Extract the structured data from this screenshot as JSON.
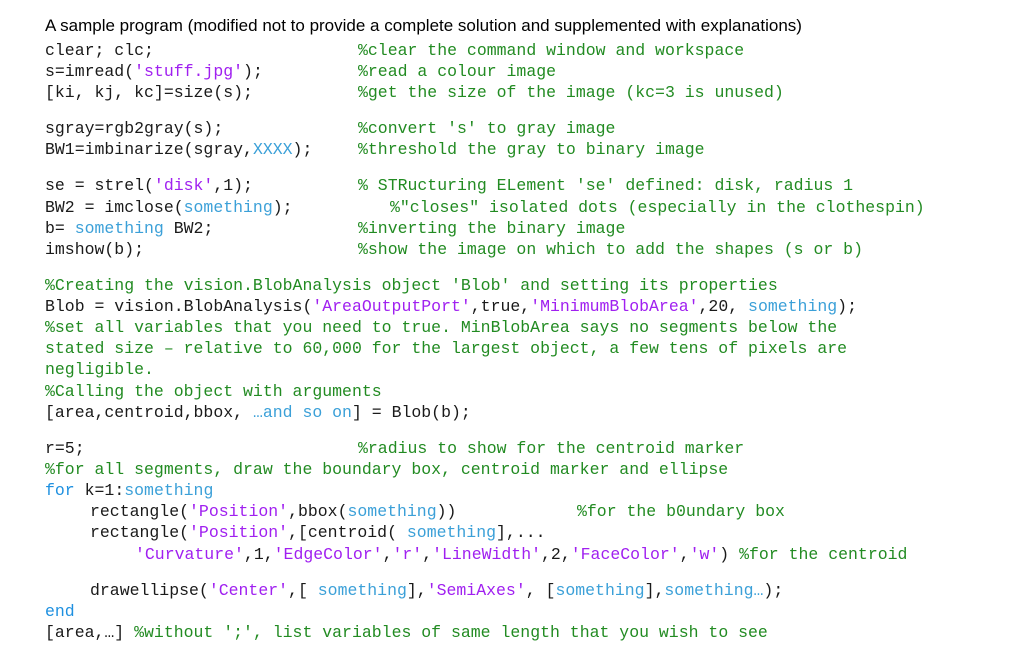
{
  "title": "A sample program (modified not to provide a complete solution and supplemented with explanations)",
  "code": {
    "l1_code": "clear; clc;",
    "l1_comment": "%clear the command window and workspace",
    "l2_a": "s=imread(",
    "l2_str": "'stuff.jpg'",
    "l2_b": ");",
    "l2_comment": "%read a colour image",
    "l3_code": "[ki, kj, kc]=size(s);",
    "l3_comment": "%get the size of the image (kc=3 is unused)",
    "l4_code": "sgray=rgb2gray(s);",
    "l4_comment": "%convert 's' to gray image",
    "l5_a": "BW1=imbinarize(sgray,",
    "l5_ph": "XXXX",
    "l5_b": ");",
    "l5_comment": "%threshold the gray to binary image",
    "l6_a": "se = strel(",
    "l6_str": "'disk'",
    "l6_b": ",1);",
    "l6_comment": "% STRucturing ELement 'se' defined: disk, radius 1",
    "l7_a": "BW2 = imclose(",
    "l7_ph": "something",
    "l7_b": ");",
    "l7_comment": "%\"closes\" isolated dots (especially in the clothespin)",
    "l8_a": "b= ",
    "l8_ph": "something",
    "l8_b": " BW2;",
    "l8_comment": "%inverting the binary image",
    "l9_code": "imshow(b);",
    "l9_comment": "%show the image on which to add the shapes (s or b)",
    "l10_comment": "%Creating the vision.BlobAnalysis object 'Blob' and setting its properties",
    "l11_a": "Blob = vision.BlobAnalysis(",
    "l11_s1": "'AreaOutputPort'",
    "l11_b": ",true,",
    "l11_s2": "'MinimumBlobArea'",
    "l11_c": ",20, ",
    "l11_ph": "something",
    "l11_d": ");",
    "l12_comment": "%set all variables that you need to true. MinBlobArea says no segments below the",
    "l13_comment": "stated size – relative to 60,000 for the largest object, a few tens of pixels are",
    "l14_comment": "negligible.",
    "l15_comment": "%Calling the object with arguments",
    "l16_a": "[area,centroid,bbox, ",
    "l16_ph": "…and so on",
    "l16_b": "] = Blob(b);",
    "l17_code": "r=5;",
    "l17_comment": "%radius to show for the centroid marker",
    "l18_comment": "%for all segments, draw the boundary box, centroid marker and ellipse",
    "l19_kw": "for",
    "l19_a": " k=1:",
    "l19_ph": "something",
    "l20_a": "rectangle(",
    "l20_str": "'Position'",
    "l20_b": ",bbox(",
    "l20_ph": "something",
    "l20_c": "))",
    "l20_comment": "%for the b0undary box",
    "l21_a": "rectangle(",
    "l21_str": "'Position'",
    "l21_b": ",[centroid( ",
    "l21_ph": "something",
    "l21_c": "],...",
    "l22_s1": "'Curvature'",
    "l22_a": ",1,",
    "l22_s2": "'EdgeColor'",
    "l22_b": ",",
    "l22_s3": "'r'",
    "l22_c": ",",
    "l22_s4": "'LineWidth'",
    "l22_d": ",2,",
    "l22_s5": "'FaceColor'",
    "l22_e": ",",
    "l22_s6": "'w'",
    "l22_f": ") ",
    "l22_comment": "%for the centroid",
    "l23_a": "drawellipse(",
    "l23_s1": "'Center'",
    "l23_b": ",[ ",
    "l23_ph1": "something",
    "l23_c": "],",
    "l23_s2": "'SemiAxes'",
    "l23_d": ", [",
    "l23_ph2": "something",
    "l23_e": "],",
    "l23_ph3": "something…",
    "l23_f": ");",
    "l24_kw": "end",
    "l25_a": "[area,…] ",
    "l25_comment": "%without ';', list variables of same length that you wish to see"
  },
  "colors": {
    "comment": "#228b22",
    "keyword": "#1e90e0",
    "string": "#a020f0",
    "placeholder": "#3ba0d8",
    "text": "#1a1a1a"
  }
}
